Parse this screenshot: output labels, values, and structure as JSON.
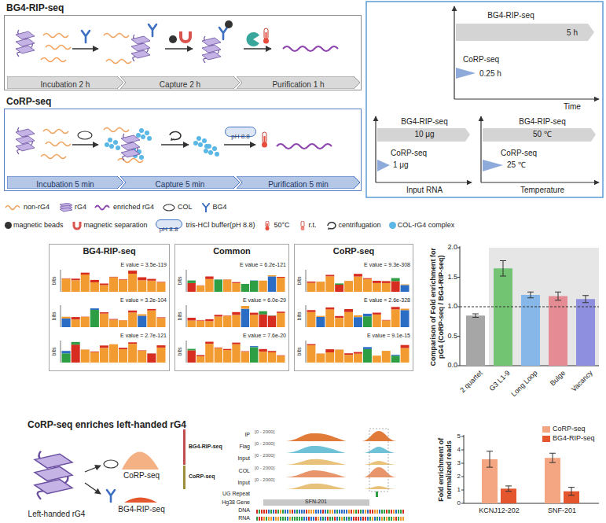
{
  "diagram": {
    "nodes": [
      {
        "text": [
          "BG4-RIP-seq"
        ]
      },
      {
        "text": [
          "Incubation 2 h"
        ],
        "in": 0
      },
      {
        "text": [
          "Capture 2 h"
        ],
        "in": 0
      },
      {
        "text": [
          "Purification 1 h"
        ],
        "in": 0
      },
      {
        "text": [
          "CoRP-seq"
        ]
      },
      {
        "text": [
          "Incubation 5 min"
        ],
        "in": 4
      },
      {
        "text": [
          "Capture 5 min"
        ],
        "in": 4
      },
      {
        "text": [
          "Purification 5 min"
        ],
        "in": 4
      },
      {
        "text": [
          "pH 8.8"
        ],
        "in": 4
      },
      {
        "text": [
          "pH 8.8"
        ]
      },
      {
        "text": [
          "BG4-RIP-seq"
        ]
      },
      {
        "text": [
          "Common"
        ]
      },
      {
        "text": [
          "CoRP-seq"
        ]
      }
    ],
    "labels": [
      "BG4-RIP-seq",
      "5 h",
      "CoRP-seq",
      "0.25 h",
      "Time",
      "BG4-RIP-seq",
      "10 μg",
      "CoRP-seq",
      "1 μg",
      "Input RNA",
      "BG4-RIP-seq",
      "50 ℃",
      "CoRP-seq",
      "25 ℃",
      "Temperature",
      "E value = 3.5e-119",
      "E value = 3.2e-104",
      "E value = 2.7e-121",
      "E value = 6.2e-121",
      "E value = 6.0e-29",
      "E value = 7.6e-20",
      "E value = 9.3e-308",
      "E value = 2.6e-328",
      "E value = 9.1e-15",
      "bits",
      "bits",
      "bits",
      "bits",
      "bits",
      "bits",
      "bits",
      "bits",
      "bits",
      "Comparison of Fold enrichment for pG4 (CoRP-seq / BG4-RIP-seq)",
      "0.0",
      "0.5",
      "1.0",
      "1.5",
      "2.0",
      "2 quartet",
      "G3 L1-9",
      "Long Loop",
      "Bulge",
      "Vacancy",
      "CoRP-seq enriches left-handed rG4",
      "Left-handed rG4",
      "CoRP-seq",
      "BG4-RIP-seq",
      "IP",
      "BG4-RIP-seq",
      "Flag",
      "Input",
      "CoRP-seq",
      "COL",
      "Input",
      "UG Repeat",
      "Hg38 Gene",
      "DNA",
      "RNA",
      "[0 - 2000]",
      "[0 - 2000]",
      "[0 - 2000]",
      "[0 - 2000]",
      "[0 - 2000]",
      "SFN-201",
      "Fold enrichment of normalized reads",
      "0",
      "1",
      "2",
      "3",
      "4",
      "5",
      "KCNJ12-202",
      "SNF-201"
    ],
    "legend": [
      {
        "text": "non-rG4"
      },
      {
        "text": "rG4"
      },
      {
        "text": "enriched rG4"
      },
      {
        "text": "COL"
      },
      {
        "text": "BG4"
      },
      {
        "text": "magnetic beads",
        "color": "#333333"
      },
      {
        "text": "magnetic separation"
      },
      {
        "text": "tris-HCl buffer(pH 8.8)"
      },
      {
        "text": "50°C"
      },
      {
        "text": "r.t."
      },
      {
        "text": "centrifugation"
      },
      {
        "text": "COL-rG4 complex",
        "color": "#5bb7e5"
      },
      {
        "text": "CoRP-seq",
        "color": "#f4a582"
      },
      {
        "text": "BG4-RIP-seq",
        "color": "#e4572e"
      }
    ]
  }
}
